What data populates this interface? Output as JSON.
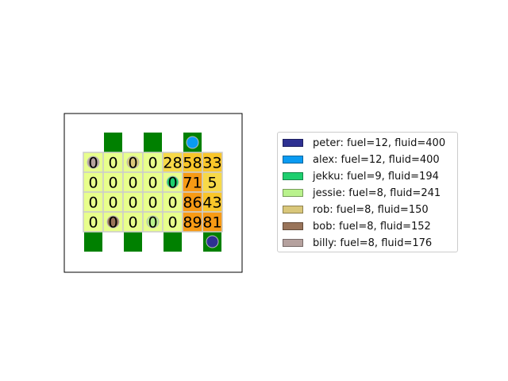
{
  "board": {
    "columns": 7,
    "rows": 4,
    "cells": [
      [
        "0",
        "0",
        "0",
        "0",
        "28",
        "58",
        "33"
      ],
      [
        "0",
        "0",
        "0",
        "0",
        "0",
        "71",
        "5"
      ],
      [
        "0",
        "0",
        "0",
        "0",
        "0",
        "86",
        "43"
      ],
      [
        "0",
        "0",
        "0",
        "0",
        "0",
        "89",
        "81"
      ]
    ],
    "cell_levels": [
      [
        0,
        0,
        0,
        0,
        0.5,
        0.75,
        0.6
      ],
      [
        0,
        0,
        0,
        0,
        0,
        1,
        0.3
      ],
      [
        0,
        0,
        0,
        0,
        0,
        1,
        0.65
      ],
      [
        0,
        0,
        0,
        0,
        0,
        1,
        0.95
      ]
    ],
    "top_stations": [
      1,
      3,
      5
    ],
    "bottom_stations": [
      0,
      2,
      4,
      6
    ],
    "colors": {
      "empty": "#e8ff8c",
      "low": "#f7d948",
      "mid": "#f9c62a",
      "high": "#f79a15",
      "station": "#008000",
      "grid": "#cccccc"
    }
  },
  "agents": [
    {
      "name": "peter",
      "fuel": 12,
      "fluid": 400,
      "label": "peter: fuel=12, fluid=400",
      "color": "#2e3192",
      "pos": "bottom-station-6"
    },
    {
      "name": "alex",
      "fuel": 12,
      "fluid": 400,
      "label": "alex: fuel=12, fluid=400",
      "color": "#0a9bf2",
      "pos": "top-station-5"
    },
    {
      "name": "jekku",
      "fuel": 9,
      "fluid": 194,
      "label": "jekku: fuel=9, fluid=194",
      "color": "#1ecf6f",
      "pos": "row1-col4"
    },
    {
      "name": "jessie",
      "fuel": 8,
      "fluid": 241,
      "label": "jessie: fuel=8, fluid=241",
      "color": "#b9f28c",
      "pos": "row3-col3"
    },
    {
      "name": "rob",
      "fuel": 8,
      "fluid": 150,
      "label": "rob: fuel=8, fluid=150",
      "color": "#d9c77a",
      "pos": "row0-col2"
    },
    {
      "name": "bob",
      "fuel": 8,
      "fluid": 152,
      "label": "bob: fuel=8, fluid=152",
      "color": "#99745a",
      "pos": "row3-col1"
    },
    {
      "name": "billy",
      "fuel": 8,
      "fluid": 176,
      "label": "billy: fuel=8, fluid=176",
      "color": "#b5a19e",
      "pos": "row0-col0"
    }
  ]
}
